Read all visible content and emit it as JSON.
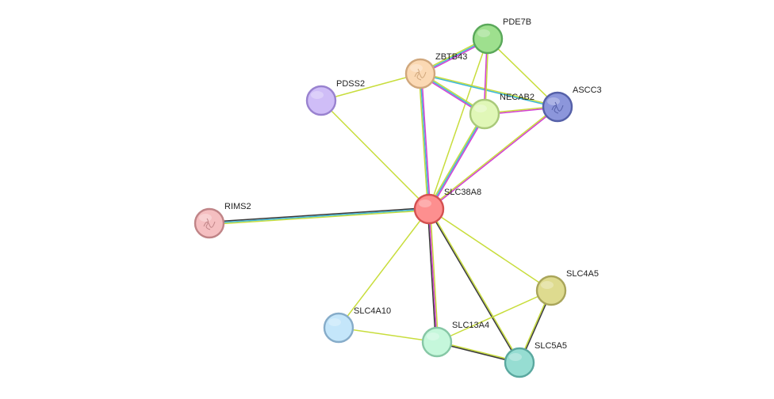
{
  "nodes": [
    {
      "id": "SLC38A8",
      "label": "SLC38A8",
      "fill": "#fd8f8f",
      "stroke": "#d45050",
      "icon": "none"
    },
    {
      "id": "PDE7B",
      "label": "PDE7B",
      "fill": "#9ee08e",
      "stroke": "#5aa85a",
      "icon": "none"
    },
    {
      "id": "ZBTB43",
      "label": "ZBTB43",
      "fill": "#fbd9b4",
      "stroke": "#d0a77c",
      "icon": "structure"
    },
    {
      "id": "PDSS2",
      "label": "PDSS2",
      "fill": "#cfbdf7",
      "stroke": "#9982cf",
      "icon": "none"
    },
    {
      "id": "NECAB2",
      "label": "NECAB2",
      "fill": "#e0f7b7",
      "stroke": "#a9c97a",
      "icon": "none"
    },
    {
      "id": "ASCC3",
      "label": "ASCC3",
      "fill": "#8c96db",
      "stroke": "#5560a8",
      "icon": "structure"
    },
    {
      "id": "RIMS2",
      "label": "RIMS2",
      "fill": "#f5bfc1",
      "stroke": "#c08487",
      "icon": "structure"
    },
    {
      "id": "SLC4A5",
      "label": "SLC4A5",
      "fill": "#dedb8f",
      "stroke": "#a9a55a",
      "icon": "none"
    },
    {
      "id": "SLC4A10",
      "label": "SLC4A10",
      "fill": "#c4e6fa",
      "stroke": "#86acc9",
      "icon": "none"
    },
    {
      "id": "SLC13A4",
      "label": "SLC13A4",
      "fill": "#c5f7db",
      "stroke": "#86c7a5",
      "icon": "none"
    },
    {
      "id": "SLC5A5",
      "label": "SLC5A5",
      "fill": "#96ddd2",
      "stroke": "#5aa89f",
      "icon": "none"
    }
  ],
  "edges": [
    {
      "a": "SLC38A8",
      "b": "RIMS2",
      "colors": [
        "#c8dd3c",
        "#3fb8d8",
        "#3a3a3a"
      ]
    },
    {
      "a": "SLC38A8",
      "b": "ZBTB43",
      "colors": [
        "#c8dd3c",
        "#3fb8d8",
        "#d23fd2"
      ]
    },
    {
      "a": "SLC38A8",
      "b": "NECAB2",
      "colors": [
        "#c8dd3c",
        "#3fb8d8",
        "#d23fd2"
      ]
    },
    {
      "a": "SLC38A8",
      "b": "ASCC3",
      "colors": [
        "#c8dd3c",
        "#d23fd2"
      ]
    },
    {
      "a": "SLC38A8",
      "b": "PDE7B",
      "colors": [
        "#c8dd3c"
      ]
    },
    {
      "a": "SLC38A8",
      "b": "PDSS2",
      "colors": [
        "#c8dd3c"
      ]
    },
    {
      "a": "SLC38A8",
      "b": "SLC4A10",
      "colors": [
        "#c8dd3c"
      ]
    },
    {
      "a": "SLC38A8",
      "b": "SLC13A4",
      "colors": [
        "#c8dd3c",
        "#d23fd2",
        "#3a3a3a"
      ]
    },
    {
      "a": "SLC38A8",
      "b": "SLC5A5",
      "colors": [
        "#c8dd3c",
        "#3a3a3a"
      ]
    },
    {
      "a": "SLC38A8",
      "b": "SLC4A5",
      "colors": [
        "#c8dd3c"
      ]
    },
    {
      "a": "ZBTB43",
      "b": "PDSS2",
      "colors": [
        "#c8dd3c"
      ]
    },
    {
      "a": "ZBTB43",
      "b": "PDE7B",
      "colors": [
        "#c8dd3c",
        "#3fb8d8",
        "#d23fd2"
      ]
    },
    {
      "a": "ZBTB43",
      "b": "NECAB2",
      "colors": [
        "#c8dd3c",
        "#3fb8d8",
        "#d23fd2"
      ]
    },
    {
      "a": "ZBTB43",
      "b": "ASCC3",
      "colors": [
        "#c8dd3c",
        "#3fb8d8"
      ]
    },
    {
      "a": "PDE7B",
      "b": "NECAB2",
      "colors": [
        "#c8dd3c",
        "#d23fd2"
      ]
    },
    {
      "a": "PDE7B",
      "b": "ASCC3",
      "colors": [
        "#c8dd3c"
      ]
    },
    {
      "a": "NECAB2",
      "b": "ASCC3",
      "colors": [
        "#c8dd3c",
        "#d23fd2"
      ]
    },
    {
      "a": "SLC4A10",
      "b": "SLC13A4",
      "colors": [
        "#c8dd3c"
      ]
    },
    {
      "a": "SLC13A4",
      "b": "SLC5A5",
      "colors": [
        "#c8dd3c",
        "#3a3a3a"
      ]
    },
    {
      "a": "SLC13A4",
      "b": "SLC4A5",
      "colors": [
        "#c8dd3c"
      ]
    },
    {
      "a": "SLC5A5",
      "b": "SLC4A5",
      "colors": [
        "#c8dd3c",
        "#3a3a3a"
      ]
    }
  ]
}
